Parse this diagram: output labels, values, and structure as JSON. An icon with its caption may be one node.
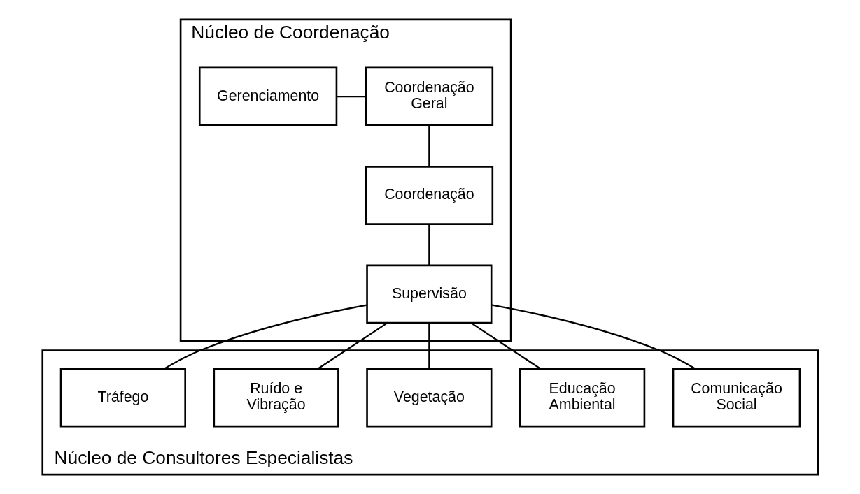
{
  "diagram": {
    "nodes": [
      {
        "text": [
          "Núcleo de Coordenação"
        ]
      },
      {
        "text": [
          "Coordenação Geral"
        ],
        "in": 0
      },
      {
        "text": [
          "Gerenciamento"
        ],
        "in": 0
      },
      {
        "text": [
          "Coordenação"
        ],
        "in": 0
      },
      {
        "text": [
          "Supervisão"
        ],
        "in": 0
      },
      {
        "text": [
          "Núcleo de Consultores Especialistas"
        ]
      },
      {
        "text": [
          "Tráfego"
        ],
        "in": 5
      },
      {
        "text": [
          "Ruído e Vibração"
        ],
        "in": 5
      },
      {
        "text": [
          "Vegetação"
        ],
        "in": 5
      },
      {
        "text": [
          "Educação Ambiental"
        ],
        "in": 5
      },
      {
        "text": [
          "Comunicação Social"
        ],
        "in": 5
      }
    ],
    "edges": [
      {
        "from": 1,
        "to": 3,
        "arrow": "none"
      },
      {
        "from": 1,
        "to": 2,
        "arrow": "none"
      },
      {
        "from": 3,
        "to": 4,
        "arrow": "none"
      },
      {
        "from": 4,
        "to": 6,
        "arrow": "none"
      },
      {
        "from": 4,
        "to": 7,
        "arrow": "none"
      },
      {
        "from": 4,
        "to": 8,
        "arrow": "none"
      },
      {
        "from": 4,
        "to": 9,
        "arrow": "none"
      },
      {
        "from": 4,
        "to": 10,
        "arrow": "none"
      }
    ]
  }
}
